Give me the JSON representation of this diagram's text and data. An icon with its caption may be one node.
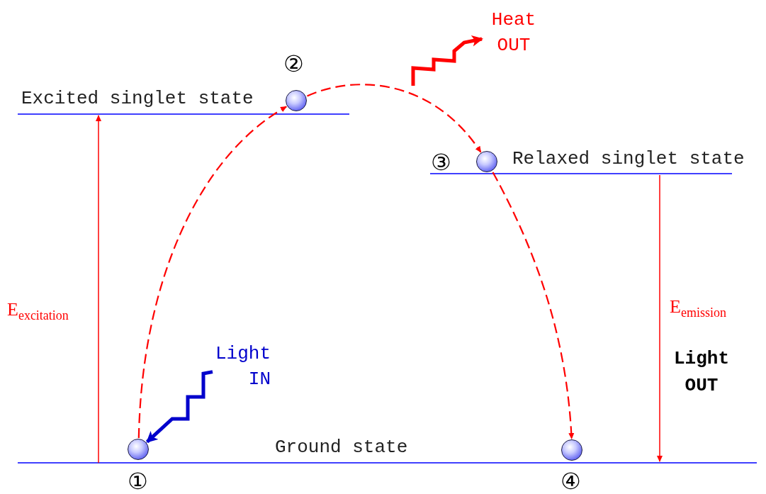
{
  "diagram": {
    "nodes": [
      {
        "text": [],
        "shape": "circle",
        "beside": [
          "①"
        ]
      },
      {
        "text": [],
        "shape": "circle",
        "beside": [
          "②"
        ]
      },
      {
        "text": [],
        "shape": "circle",
        "beside": [
          "③"
        ]
      },
      {
        "text": [],
        "shape": "circle",
        "beside": [
          "④"
        ]
      },
      {
        "text": [
          "Heat OUT"
        ]
      },
      {
        "text": [
          "Light IN"
        ]
      }
    ],
    "edges": [
      {
        "from": 0,
        "to": 1,
        "arrow": "to",
        "style": "dashed"
      },
      {
        "from": 1,
        "to": 2,
        "arrow": "to",
        "style": "dashed"
      },
      {
        "from": 2,
        "to": 3,
        "arrow": "to",
        "style": "dashed"
      },
      {
        "from": null,
        "to": 4,
        "arrow": "to",
        "style": "thick"
      },
      {
        "from": 5,
        "to": 0,
        "arrow": "to",
        "style": "thick",
        "color": "#0000cc"
      }
    ],
    "labels": [
      "Excited singlet state",
      "Relaxed singlet state",
      "E$_{excitation}$",
      "E$_{emission}$",
      "Light OUT",
      "Ground state"
    ]
  }
}
